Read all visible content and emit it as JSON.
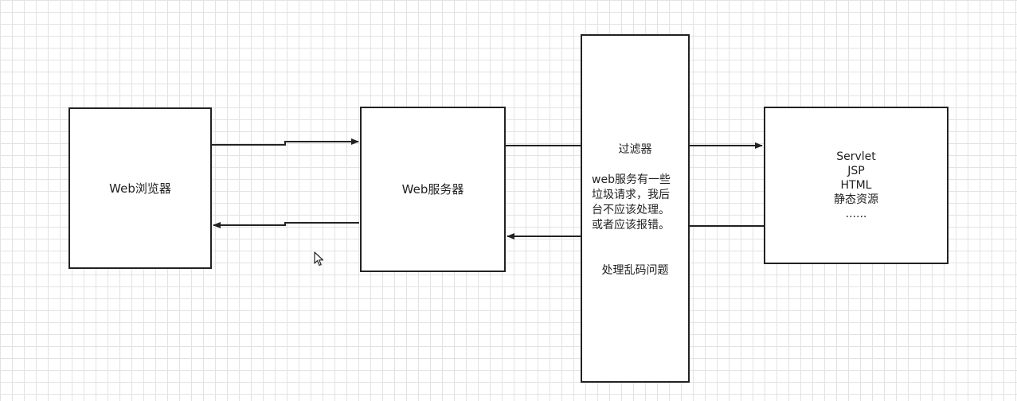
{
  "browser": {
    "label": "Web浏览器"
  },
  "server": {
    "label": "Web服务器"
  },
  "filter": {
    "title": "过滤器",
    "description_lines": [
      "web服务有一些",
      "垃圾请求，我后",
      "台不应该处理。",
      "或者应该报错。"
    ],
    "extra": "处理乱码问题"
  },
  "resources": {
    "items": [
      "Servlet",
      "JSP",
      "HTML",
      "静态资源",
      "......"
    ]
  },
  "colors": {
    "stroke": "#222222",
    "grid": "#e3e3e3",
    "background": "#ffffff"
  }
}
